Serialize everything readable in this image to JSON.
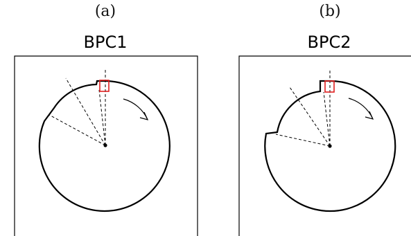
{
  "panels": [
    {
      "label": "(a)",
      "title": "BPC1"
    },
    {
      "label": "(b)",
      "title": "BPC2"
    }
  ],
  "colors": {
    "line": "#000000",
    "highlight": "#e01e1e"
  }
}
